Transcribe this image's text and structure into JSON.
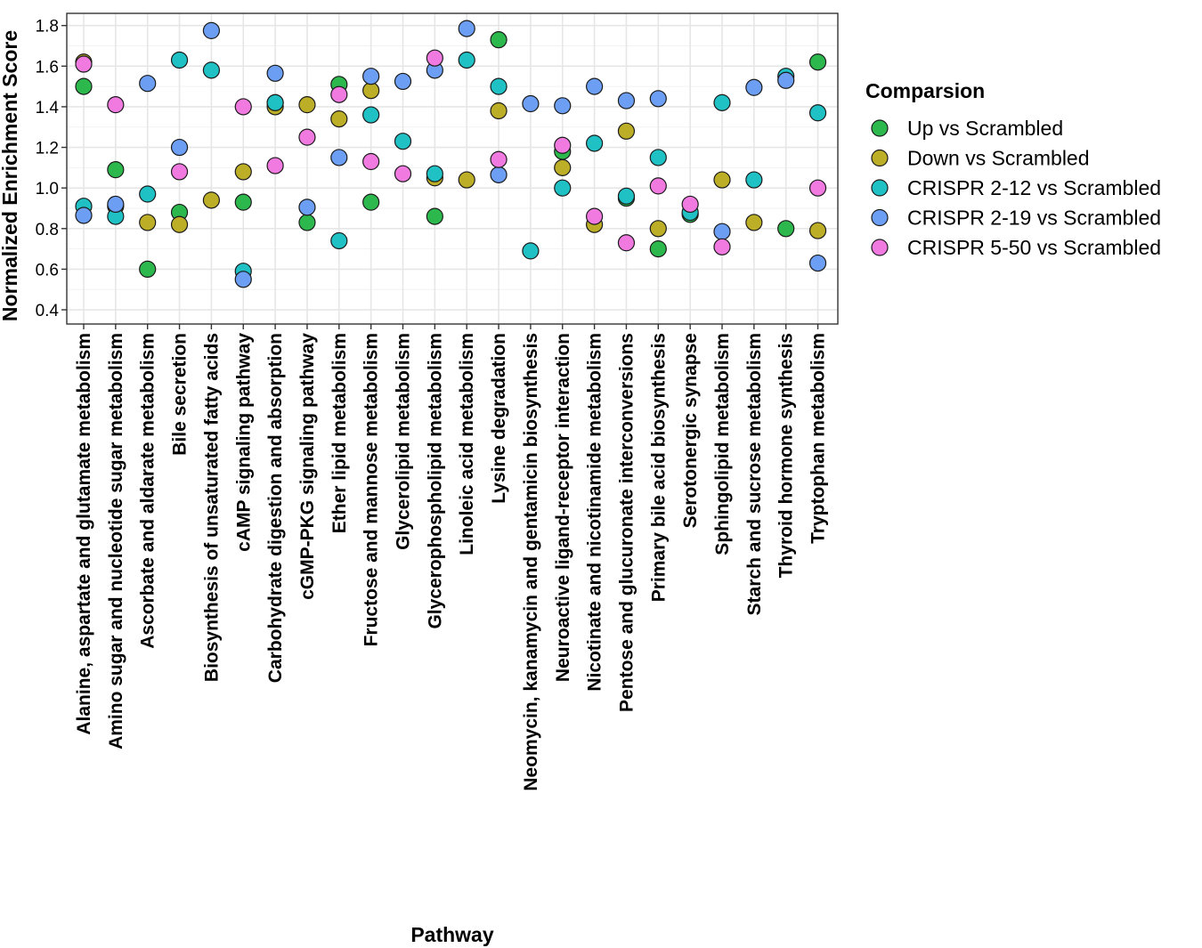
{
  "chart_data": {
    "type": "scatter",
    "xlabel": "Pathway",
    "ylabel": "Normalized Enrichment Score",
    "ylim": [
      0.33,
      1.86
    ],
    "yticks": [
      "0.4",
      "0.6",
      "0.8",
      "1.0",
      "1.2",
      "1.4",
      "1.6",
      "1.8"
    ],
    "grid": true,
    "legend_title": "Comparsion",
    "legend_position": "right",
    "categories": [
      "Alanine, aspartate and glutamate metabolism",
      "Amino sugar and nucleotide sugar metabolism",
      "Ascorbate and aldarate metabolism",
      "Bile secretion",
      "Biosynthesis of unsaturated fatty acids",
      "cAMP signaling pathway",
      "Carbohydrate digestion and absorption",
      "cGMP-PKG signaling pathway",
      "Ether lipid metabolism",
      "Fructose and mannose metabolism",
      "Glycerolipid metabolism",
      "Glycerophospholipid metabolism",
      "Linoleic acid metabolism",
      "Lysine degradation",
      "Neomycin, kanamycin and gentamicin biosynthesis",
      "Neuroactive ligand-receptor interaction",
      "Nicotinate and nicotinamide metabolism",
      "Pentose and glucuronate interconversions",
      "Primary bile acid biosynthesis",
      "Serotonergic synapse",
      "Sphingolipid metabolism",
      "Starch and sucrose metabolism",
      "Thyroid hormone synthesis",
      "Tryptophan metabolism"
    ],
    "series": [
      {
        "name": "Up vs Scrambled",
        "color": "#2DB84E",
        "values": [
          1.5,
          1.09,
          0.6,
          0.88,
          null,
          0.93,
          1.42,
          0.83,
          1.51,
          0.93,
          null,
          0.86,
          null,
          1.73,
          null,
          1.18,
          null,
          0.95,
          0.7,
          0.87,
          null,
          null,
          0.8,
          1.62
        ]
      },
      {
        "name": "Down vs Scrambled",
        "color": "#BDAE28",
        "values": [
          1.62,
          0.91,
          0.83,
          0.82,
          0.94,
          1.08,
          1.4,
          1.41,
          1.34,
          1.48,
          null,
          1.05,
          1.04,
          1.38,
          null,
          1.1,
          0.82,
          1.28,
          0.8,
          null,
          1.04,
          0.83,
          null,
          0.79
        ]
      },
      {
        "name": "CRISPR 2-12 vs Scrambled",
        "color": "#20C1C4",
        "values": [
          0.91,
          0.86,
          0.97,
          1.63,
          1.58,
          0.59,
          1.42,
          null,
          0.74,
          1.36,
          1.23,
          1.07,
          1.63,
          1.5,
          0.69,
          1.0,
          1.22,
          0.96,
          1.15,
          0.88,
          1.42,
          1.04,
          1.55,
          1.37
        ]
      },
      {
        "name": "CRISPR 2-19 vs Scrambled",
        "color": "#6C9EF3",
        "values": [
          0.865,
          0.92,
          1.515,
          1.2,
          1.775,
          0.55,
          1.565,
          0.905,
          1.15,
          1.55,
          1.525,
          1.58,
          1.785,
          1.065,
          1.415,
          1.405,
          1.5,
          1.43,
          1.44,
          null,
          0.785,
          1.495,
          1.53,
          0.63
        ]
      },
      {
        "name": "CRISPR 5-50 vs Scrambled",
        "color": "#F07AE0",
        "values": [
          1.61,
          1.41,
          null,
          1.08,
          null,
          1.4,
          1.11,
          1.25,
          1.46,
          1.13,
          1.07,
          1.64,
          null,
          1.14,
          null,
          1.21,
          0.86,
          0.73,
          1.01,
          0.92,
          0.71,
          null,
          null,
          1.0
        ]
      }
    ]
  }
}
